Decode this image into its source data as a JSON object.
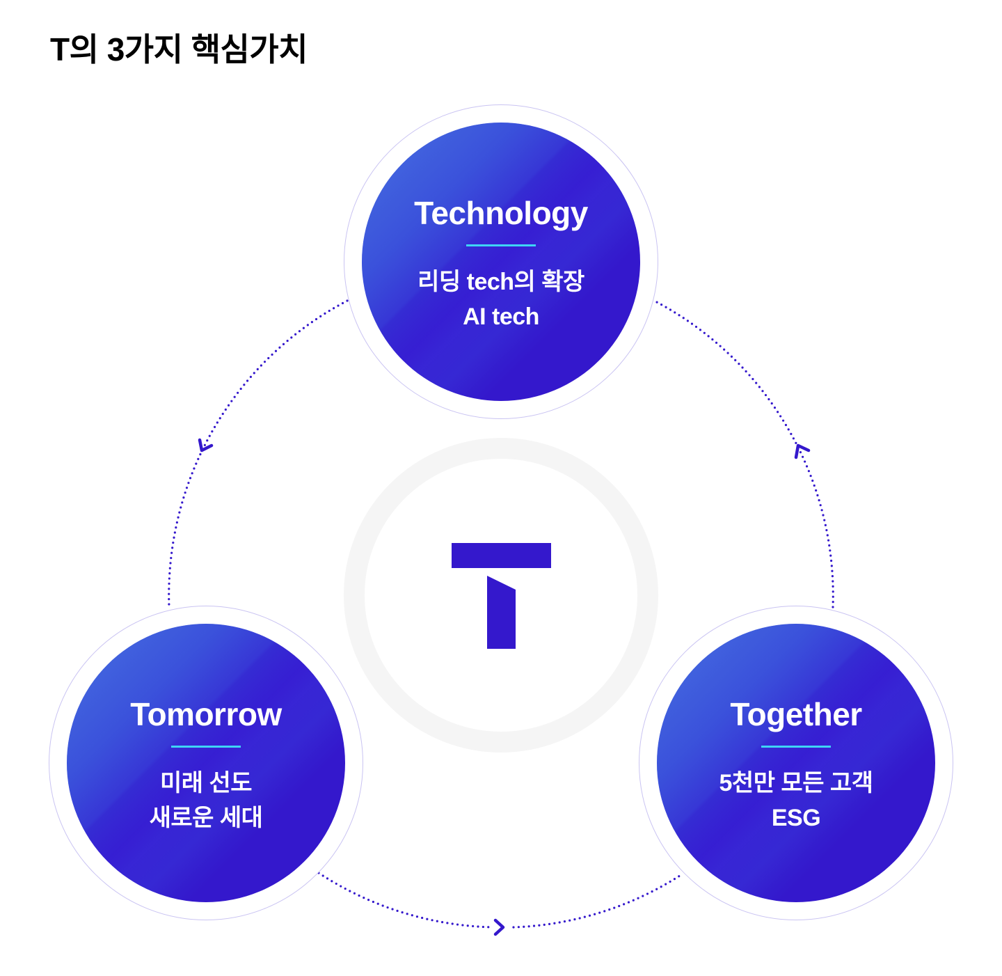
{
  "title": "T의 3가지 핵심가치",
  "colors": {
    "primary": "#3418cc",
    "accent_line": "#3fd4f5",
    "ring_outline": "#c9c3f2",
    "center_ring": "#f5f5f5",
    "text_dark": "#000000"
  },
  "center_logo": {
    "icon": "t-logo-icon"
  },
  "values": [
    {
      "title": "Technology",
      "lines": [
        "리딩 tech의 확장",
        "AI tech"
      ]
    },
    {
      "title": "Tomorrow",
      "lines": [
        "미래 선도",
        "새로운 세대"
      ]
    },
    {
      "title": "Together",
      "lines": [
        "5천만 모든 고객",
        "ESG"
      ]
    }
  ],
  "flow_arrows": [
    {
      "from": "Technology",
      "to": "Tomorrow",
      "icon": "chevron-arrow-icon"
    },
    {
      "from": "Tomorrow",
      "to": "Together",
      "icon": "chevron-arrow-icon"
    },
    {
      "from": "Together",
      "to": "Technology",
      "icon": "chevron-arrow-icon"
    }
  ]
}
